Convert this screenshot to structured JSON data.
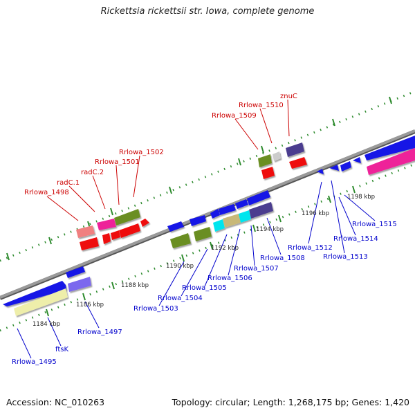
{
  "title": "Rickettsia rickettsii str. Iowa, complete genome",
  "footer": {
    "accession": "Accession: NC_010263",
    "summary": "Topology: circular; Length: 1,268,175 bp; Genes: 1,420"
  },
  "colors": {
    "backbone": "#8a8a8a",
    "tick_marks": "#2e8b2e",
    "label_forward": "#cc0000",
    "label_reverse": "#0000cc",
    "gene_blue": "#1414e6",
    "gene_red": "#ee1111",
    "gene_magenta": "#ee2299",
    "gene_olive": "#6b8e23",
    "gene_purple": "#4b3d8f",
    "gene_pink": "#f08080",
    "gene_yellow": "#eeeeaa",
    "gene_cyan": "#00e5ee",
    "gene_tan": "#c8b878",
    "gene_lavender": "#7b68ee",
    "gene_gray": "#cccccc"
  },
  "scale_labels": [
    "1184 kbp",
    "1186 kbp",
    "1188 kbp",
    "1190 kbp",
    "1192 kbp",
    "1194 kbp",
    "1196 kbp",
    "1198 kbp"
  ],
  "forward_labels": [
    "Rrlowa_1498",
    "radC.1",
    "radC.2",
    "Rrlowa_1501",
    "Rrlowa_1502",
    "Rrlowa_1509",
    "Rrlowa_1510",
    "znuC"
  ],
  "reverse_labels": [
    "Rrlowa_1495",
    "ftsK",
    "Rrlowa_1497",
    "Rrlowa_1503",
    "Rrlowa_1504",
    "Rrlowa_1505",
    "Rrlowa_1506",
    "Rrlowa_1507",
    "Rrlowa_1508",
    "Rrlowa_1512",
    "Rrlowa_1513",
    "Rrlowa_1514",
    "Rrlowa_1515"
  ]
}
